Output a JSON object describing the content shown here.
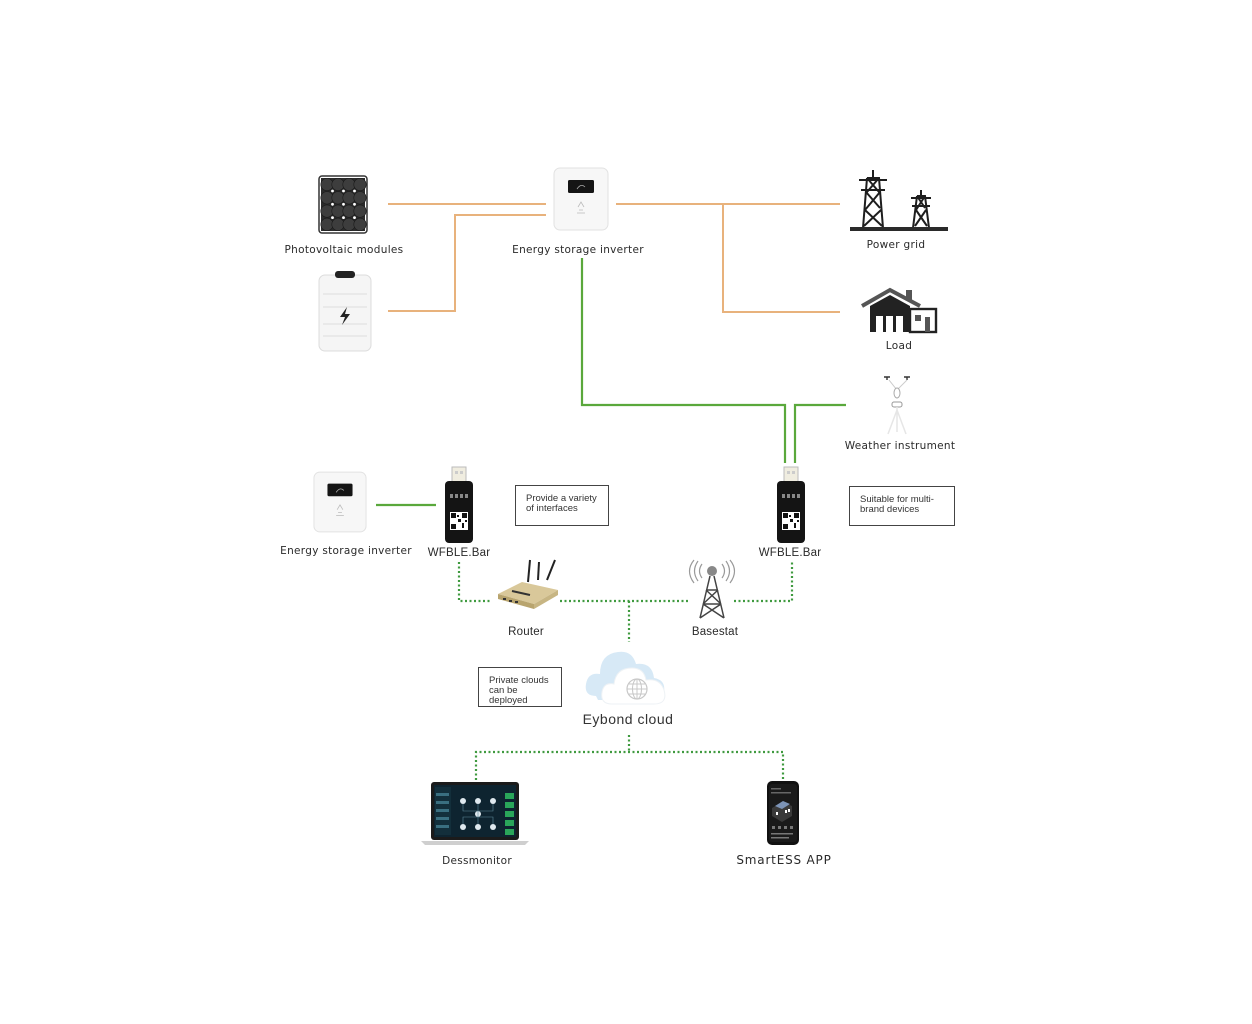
{
  "diagram": {
    "colors": {
      "power_line": "#e8b27c",
      "comm_line": "#5aa83c",
      "wireless_line": "#3f9a3f"
    },
    "nodes": {
      "pv": {
        "label": "Photovoltaic modules",
        "icon": "solar-panel-icon"
      },
      "battery": {
        "label": "",
        "icon": "battery-icon"
      },
      "inverter_main": {
        "label": "Energy storage inverter",
        "icon": "inverter-icon"
      },
      "grid": {
        "label": "Power grid",
        "icon": "power-tower-icon"
      },
      "load": {
        "label": "Load",
        "icon": "house-icon"
      },
      "weather": {
        "label": "Weather instrument",
        "icon": "weather-station-icon"
      },
      "inverter_2": {
        "label": "Energy storage inverter",
        "icon": "inverter-icon"
      },
      "dongle_left": {
        "label": "WFBLE.Bar",
        "icon": "usb-dongle-icon"
      },
      "dongle_right": {
        "label": "WFBLE.Bar",
        "icon": "usb-dongle-icon"
      },
      "router": {
        "label": "Router",
        "icon": "router-icon"
      },
      "basestat": {
        "label": "Basestat",
        "icon": "cell-tower-icon"
      },
      "cloud": {
        "label": "Eybond cloud",
        "icon": "cloud-icon"
      },
      "dessmonitor": {
        "label": "Dessmonitor",
        "icon": "laptop-icon"
      },
      "app": {
        "label": "SmartESS APP",
        "icon": "smartphone-icon"
      }
    },
    "notes": {
      "interfaces": [
        "Provide a variety",
        "of interfaces"
      ],
      "multibrand": [
        "Suitable for multi-",
        "brand devices"
      ],
      "private": [
        "Private clouds",
        "can be deployed"
      ]
    },
    "connections": [
      {
        "from": "pv",
        "to": "inverter_main",
        "type": "power"
      },
      {
        "from": "battery",
        "to": "inverter_main",
        "type": "power"
      },
      {
        "from": "inverter_main",
        "to": "grid",
        "type": "power"
      },
      {
        "from": "inverter_main",
        "to": "load",
        "type": "power"
      },
      {
        "from": "inverter_main",
        "to": "dongle_right",
        "type": "comm"
      },
      {
        "from": "weather",
        "to": "dongle_right",
        "type": "comm"
      },
      {
        "from": "inverter_2",
        "to": "dongle_left",
        "type": "comm"
      },
      {
        "from": "dongle_left",
        "to": "router",
        "type": "wireless"
      },
      {
        "from": "dongle_right",
        "to": "basestat",
        "type": "wireless"
      },
      {
        "from": "router",
        "to": "cloud",
        "type": "wireless"
      },
      {
        "from": "basestat",
        "to": "cloud",
        "type": "wireless"
      },
      {
        "from": "cloud",
        "to": "dessmonitor",
        "type": "wireless"
      },
      {
        "from": "cloud",
        "to": "app",
        "type": "wireless"
      }
    ]
  }
}
